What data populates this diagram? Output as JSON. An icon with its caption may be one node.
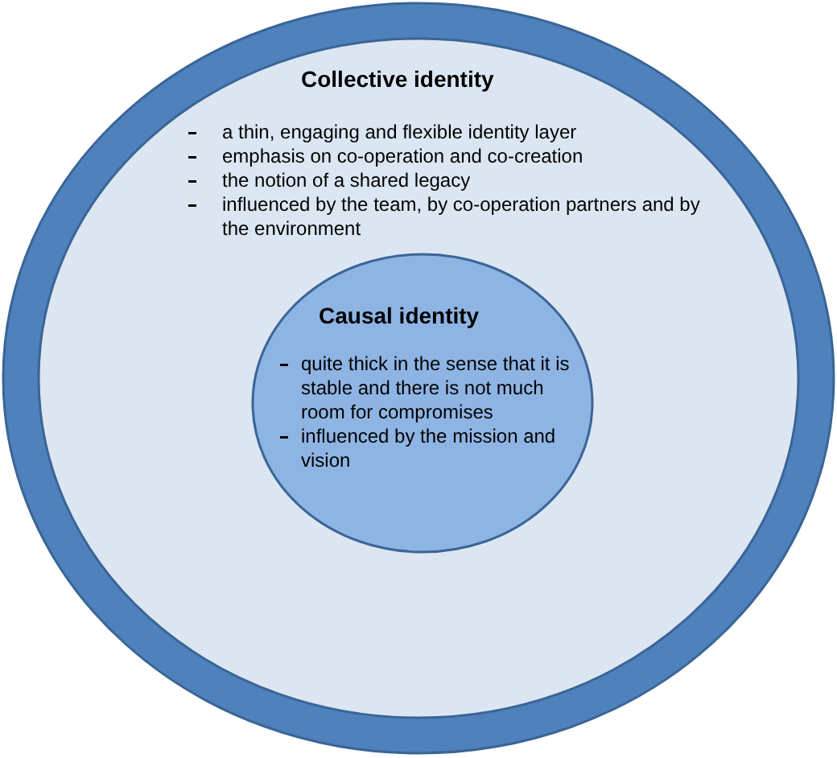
{
  "diagram": {
    "nodes": [
      {
        "text": [
          "Collective identity",
          "a thin, engaging and flexible identity layer",
          "emphasis on co-operation and co-creation",
          "the notion of a shared legacy",
          "influenced by the team, by co-operation partners and by the environment"
        ]
      },
      {
        "text": [
          "Causal identity",
          "quite thick in the sense that it is stable and there is not much room for compromises",
          "influenced by the mission and vision"
        ],
        "in": 0
      }
    ]
  }
}
